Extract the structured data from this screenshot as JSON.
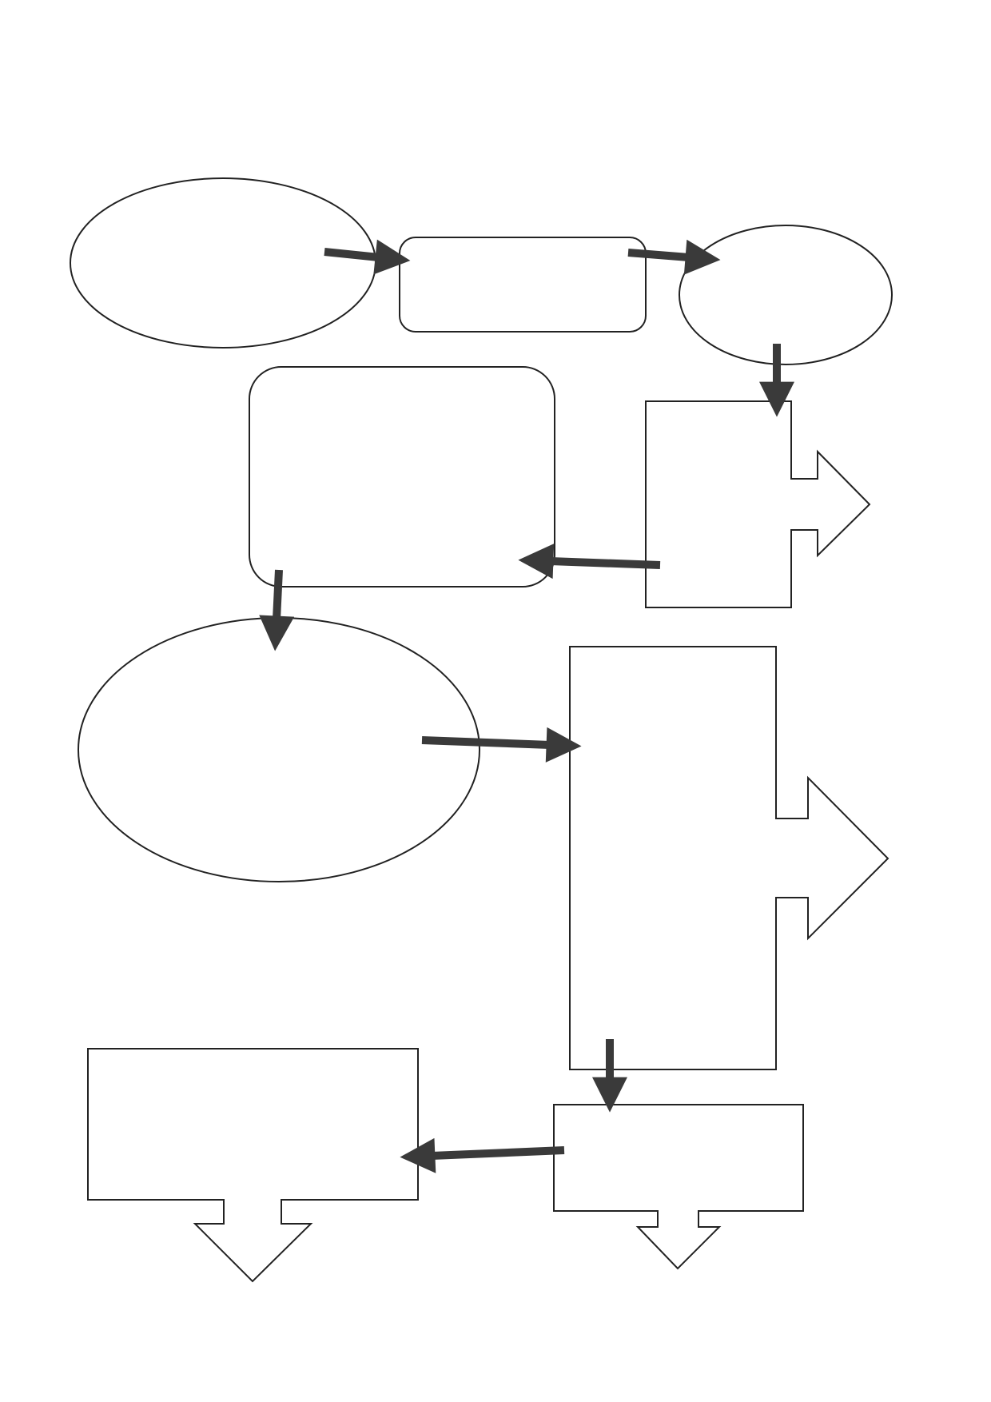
{
  "diagram": {
    "background_color": "#ffffff",
    "shape_fill": "#ffffff",
    "shape_stroke": "#222222",
    "arrow_color": "#3a3a3a",
    "shapes": [
      {
        "id": "oval-top-left",
        "kind": "ellipse"
      },
      {
        "id": "rounded-rect-top-center",
        "kind": "rounded-rectangle"
      },
      {
        "id": "oval-top-right",
        "kind": "ellipse"
      },
      {
        "id": "rounded-rect-middle-left",
        "kind": "rounded-rectangle"
      },
      {
        "id": "right-arrow-callout-upper",
        "kind": "right-arrow-callout"
      },
      {
        "id": "oval-middle-left",
        "kind": "ellipse"
      },
      {
        "id": "right-arrow-callout-large",
        "kind": "right-arrow-callout"
      },
      {
        "id": "down-arrow-callout-bottom-left",
        "kind": "down-arrow-callout"
      },
      {
        "id": "down-arrow-callout-bottom-right",
        "kind": "down-arrow-callout"
      }
    ],
    "connectors": [
      {
        "from": "oval-top-left",
        "to": "rounded-rect-top-center"
      },
      {
        "from": "rounded-rect-top-center",
        "to": "oval-top-right"
      },
      {
        "from": "oval-top-right",
        "to": "right-arrow-callout-upper"
      },
      {
        "from": "right-arrow-callout-upper",
        "to": "rounded-rect-middle-left"
      },
      {
        "from": "rounded-rect-middle-left",
        "to": "oval-middle-left"
      },
      {
        "from": "oval-middle-left",
        "to": "right-arrow-callout-large"
      },
      {
        "from": "right-arrow-callout-large",
        "to": "down-arrow-callout-bottom-right"
      },
      {
        "from": "down-arrow-callout-bottom-right",
        "to": "down-arrow-callout-bottom-left"
      }
    ]
  }
}
